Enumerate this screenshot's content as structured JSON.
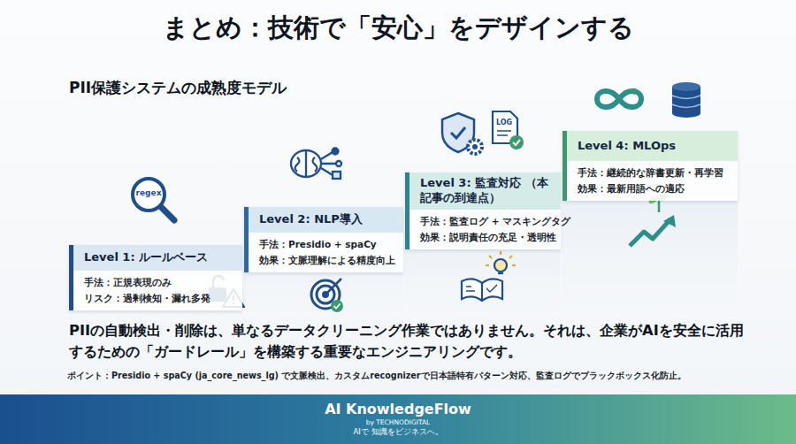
{
  "diagram": {
    "title": "まとめ：技術で「安心」をデザインする",
    "nodes": [
      {
        "text": [
          "Level 1: ルールベース",
          "手法：正規表現のみ",
          "リスク：過剰検知・漏れ多発"
        ]
      },
      {
        "text": [
          "Level 2: NLP導入",
          "手法：Presidio + spaCy",
          "効果：文脈理解による精度向上"
        ]
      },
      {
        "text": [
          "Level 3: 監査対応 （本記事の到達点）",
          "手法：監査ログ + マスキングタグ",
          "効果：説明責任の充足・透明性"
        ]
      },
      {
        "text": [
          "Level 4: MLOps",
          "手法：継続的な辞書更新・再学習",
          "効果：最新用語への適応"
        ]
      },
      {
        "text": [
          "AI KnowledgeFlow",
          "by TECHNODIGITAL",
          "AIで 知識をビジネスへ。"
        ]
      }
    ],
    "labels": [
      "PII保護システムの成熟度モデル",
      "regex",
      "LOG",
      "PIIの自動検出・削除は、単なるデータクリーニング作業ではありません。それは、企業がAIを安全に活用するための「ガードレール」を構築する重要なエンジニアリングです。",
      "ポイント：Presidio + spaCy (ja_core_news_lg) で文脈検出、カスタムrecognizerで日本語特有パターン対応、監査ログでブラックボックス化防止。"
    ]
  }
}
